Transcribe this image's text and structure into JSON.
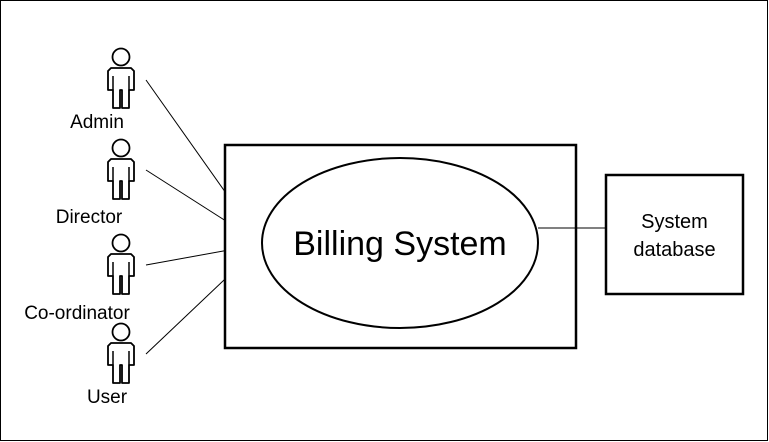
{
  "diagram": {
    "actors": [
      {
        "name": "Admin"
      },
      {
        "name": "Director"
      },
      {
        "name": "Co-ordinator"
      },
      {
        "name": "User"
      }
    ],
    "system_boundary": {
      "use_case": "Billing System"
    },
    "external_system": {
      "line1": "System",
      "line2": "database"
    }
  }
}
